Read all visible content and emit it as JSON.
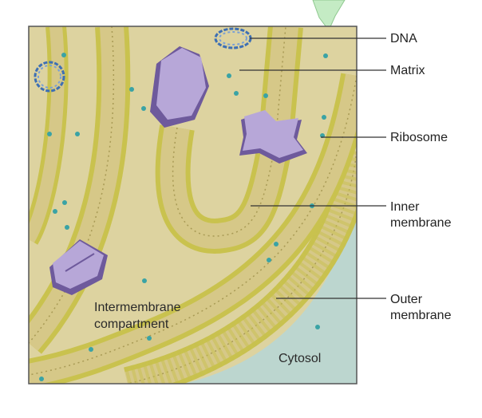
{
  "labels": {
    "dna": "DNA",
    "matrix": "Matrix",
    "ribosome": "Ribosome",
    "inner_membrane_line1": "Inner",
    "inner_membrane_line2": "membrane",
    "outer_membrane_line1": "Outer",
    "outer_membrane_line2": "membrane",
    "intermembrane_line1": "Intermembrane",
    "intermembrane_line2": "compartment",
    "cytosol": "Cytosol"
  },
  "colors": {
    "matrix": "#ddd3a0",
    "intermembrane": "#ddd3a0",
    "cytosol": "#bcd6cf",
    "membrane_head": "#c9c24e",
    "membrane_tail": "#d6c888",
    "protein": "#b7a7d8",
    "protein_dark": "#6e5a9c",
    "dna": "#3d6fb4",
    "ion": "#3aa3a5",
    "arrow": "#c4ebc4",
    "leader": "#333333"
  },
  "icons": {
    "arrow": "green-arrow-icon",
    "dna": "dna-ring-icon",
    "protein": "membrane-protein-icon"
  }
}
